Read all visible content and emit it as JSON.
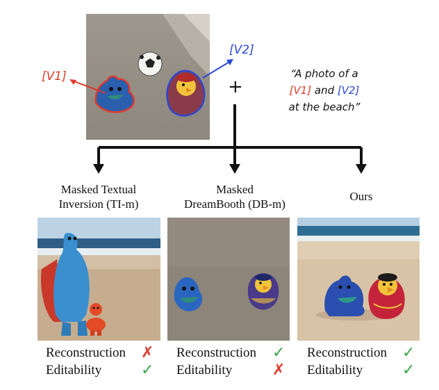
{
  "input": {
    "tag_v1": "[V1]",
    "tag_v2": "[V2]",
    "plus": "+",
    "prompt_line1": "“A photo of a",
    "prompt_tag1": "[V1]",
    "prompt_and": " and ",
    "prompt_tag2": "[V2]",
    "prompt_line3": "at the beach”"
  },
  "methods": [
    {
      "title_line1": "Masked Textual",
      "title_line2": "Inversion (TI-m)",
      "reconstruction_label": "Reconstruction",
      "reconstruction": false,
      "editability_label": "Editability",
      "editability": true
    },
    {
      "title_line1": "Masked",
      "title_line2": "DreamBooth (DB-m)",
      "reconstruction_label": "Reconstruction",
      "reconstruction": true,
      "editability_label": "Editability",
      "editability": false
    },
    {
      "title_line1": "Ours",
      "title_line2": "",
      "reconstruction_label": "Reconstruction",
      "reconstruction": true,
      "editability_label": "Editability",
      "editability": true
    }
  ],
  "colors": {
    "v1": "#e0392b",
    "v2": "#2a47d6",
    "check": "#3aa64a",
    "cross": "#e0392b",
    "arrow": "#111111"
  },
  "icons": {
    "check": "✓",
    "cross": "✗"
  }
}
